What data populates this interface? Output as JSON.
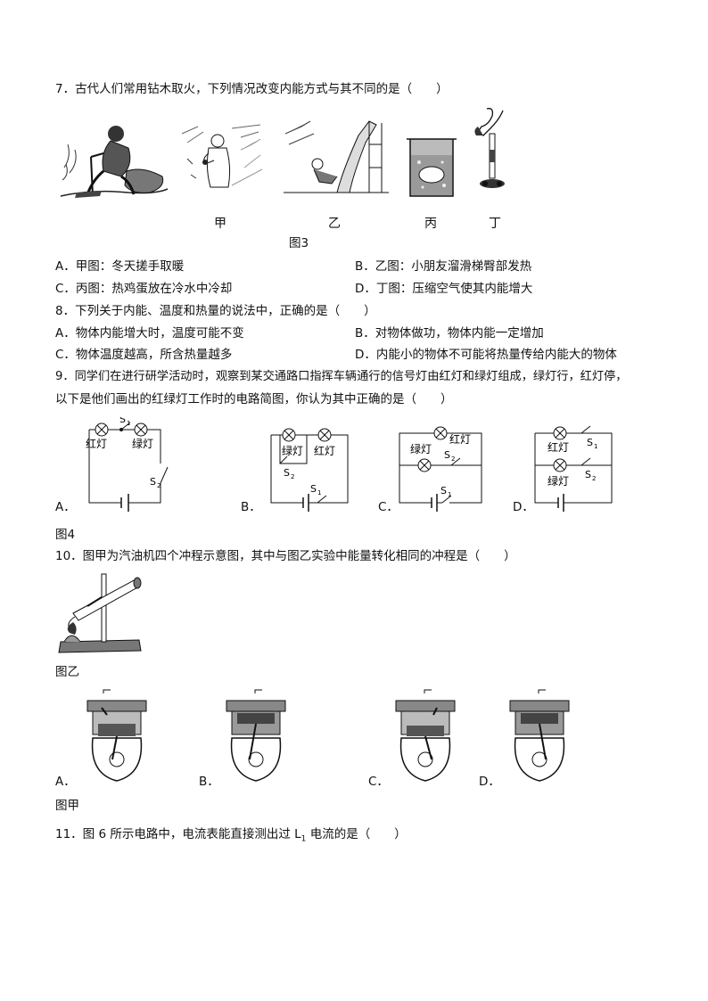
{
  "q7": {
    "stem": "7．古代人们常用钻木取火，下列情况改变内能方式与其不同的是（　　）",
    "pic_labels": [
      "甲",
      "乙",
      "丙",
      "丁"
    ],
    "figure_caption": "图3",
    "options": {
      "A": "A．甲图：冬天搓手取暖",
      "B": "B．乙图：小朋友溜滑梯臀部发热",
      "C": "C．丙图：热鸡蛋放在冷水中冷却",
      "D": "D．丁图：压缩空气使其内能增大"
    }
  },
  "q8": {
    "stem": "8．下列关于内能、温度和热量的说法中，正确的是（　　）",
    "options": {
      "A": "A．物体内能增大时，温度可能不变",
      "B": "B．对物体做功，物体内能一定增加",
      "C": "C．物体温度越高，所含热量越多",
      "D": "D．内能小的物体不可能将热量传给内能大的物体"
    }
  },
  "q9": {
    "stem_line1": "9．同学们在进行研学活动时，观察到某交通路口指挥车辆通行的信号灯由红灯和绿灯组成，绿灯行，红灯停，",
    "stem_line2": "以下是他们画出的红绿灯工作时的电路简图，你认为其中正确的是（　　）",
    "circuit_labels": {
      "red": "红灯",
      "green": "绿灯",
      "s1": "S",
      "s2": "S",
      "sub1": "1",
      "sub2": "2"
    },
    "option_letters": [
      "A．",
      "B．",
      "C．",
      "D．"
    ],
    "figure_caption": "图4"
  },
  "q10": {
    "stem": "10．图甲为汽油机四个冲程示意图，其中与图乙实验中能量转化相同的冲程是（　　）",
    "figure_b_caption": "图乙",
    "option_letters": [
      "A．",
      "B．",
      "C．",
      "D．"
    ],
    "figure_a_caption": "图甲"
  },
  "q11": {
    "stem_pre": "11．图 6 所示电路中，电流表能直接测出过 L",
    "stem_sub": "1",
    "stem_post": " 电流的是（　　）"
  }
}
